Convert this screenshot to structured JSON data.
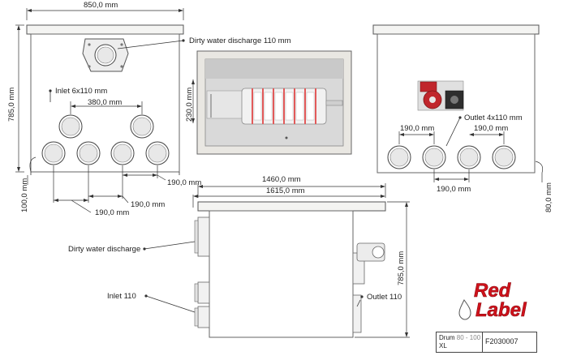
{
  "front_view": {
    "width_dim": "850,0 mm",
    "height_dim": "785,0 mm",
    "discharge_label": "Dirty water discharge 110 mm",
    "inlet_label": "Inlet 6x110 mm",
    "inlet_spacing_dim": "380,0 mm",
    "bottom_offset_dim": "100,0 mm",
    "spacing_dim_a": "190,0  mm",
    "spacing_dim_b": "190,0  mm",
    "spacing_dim_c": "190,0  mm"
  },
  "top_view": {
    "depth_dim": "230,0 mm"
  },
  "back_view": {
    "outlet_label": "Outlet 4x110 mm",
    "spacing_dim_left": "190,0 mm",
    "spacing_dim_right": "190,0 mm",
    "spacing_dim_bottom": "190,0 mm",
    "bottom_offset_dim": "80,0 mm"
  },
  "side_view": {
    "length_dim_inner": "1460,0 mm",
    "length_dim_outer": "1615,0 mm",
    "height_dim": "785,0 mm",
    "discharge_label": "Dirty water discharge",
    "inlet_label": "Inlet 110",
    "outlet_label": "Outlet 110"
  },
  "title_block": {
    "model_prefix": "Drum",
    "model_range": "80 - 100",
    "model_suffix": "XL",
    "code": "F2030007"
  },
  "logo": {
    "line1": "Red",
    "line2": "Label",
    "color": "#d0121b"
  },
  "colors": {
    "pump": "#c0262c",
    "drum_stripes": "#e25a5a"
  }
}
